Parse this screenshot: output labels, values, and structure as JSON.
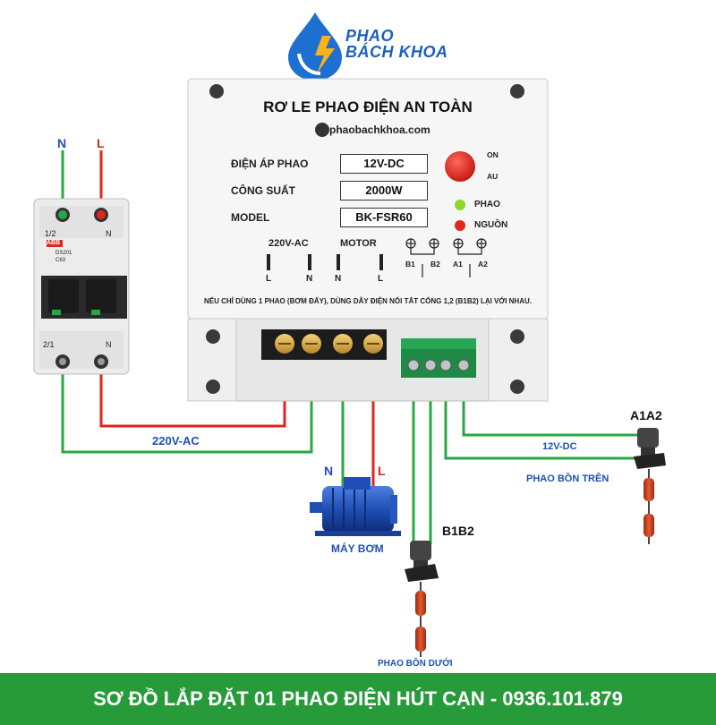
{
  "logo": {
    "line1": "PHAO",
    "line2": "BÁCH KHOA"
  },
  "relay": {
    "title": "RƠ LE PHAO ĐIỆN AN TOÀN",
    "website": "phaobachkhoa.com",
    "specs": [
      {
        "label": "ĐIỆN ÁP PHAO",
        "value": "12V-DC"
      },
      {
        "label": "CÔNG SUẤT",
        "value": "2000W"
      },
      {
        "label": "MODEL",
        "value": "BK-FSR60"
      }
    ],
    "switch_on": "ON",
    "switch_au": "AU",
    "led_float": "PHAO",
    "led_power": "NGUỒN",
    "group_power": "220V-AC",
    "group_motor": "MOTOR",
    "terminals": [
      "L",
      "N",
      "N",
      "L"
    ],
    "float_b1": "B1",
    "float_b2": "B2",
    "float_a1": "A1",
    "float_a2": "A2",
    "note": "NẾU CHỈ DÙNG 1 PHAO (BƠM ĐẨY), DÙNG DÂY ĐIỆN NỐI TẮT CỔNG 1,2 (B1B2) LẠI VỚI NHAU."
  },
  "breaker": {
    "n_label": "N",
    "l_label": "L",
    "top_left": "1/2",
    "top_right": "N",
    "bottom_left": "2/1",
    "bottom_right": "N",
    "brand": "ABB",
    "model": "DS201",
    "rating": "C63"
  },
  "wiring": {
    "ac_label": "220V-AC",
    "dc_label": "12V-DC",
    "motor_n": "N",
    "motor_l": "L",
    "motor_caption": "MÁY BƠM",
    "upper_tag": "A1A2",
    "upper_caption": "PHAO BỒN TRÊN",
    "lower_tag": "B1B2",
    "lower_caption": "PHAO BỒN DƯỚI"
  },
  "footer": {
    "text": "SƠ ĐỒ LẮP ĐẶT 01 PHAO ĐIỆN HÚT CẠN - 0936.101.879"
  },
  "colors": {
    "wire_green": "#28a843",
    "wire_red": "#e0261f",
    "brand_blue": "#1f4fb4",
    "footer_green": "#279a3a"
  }
}
